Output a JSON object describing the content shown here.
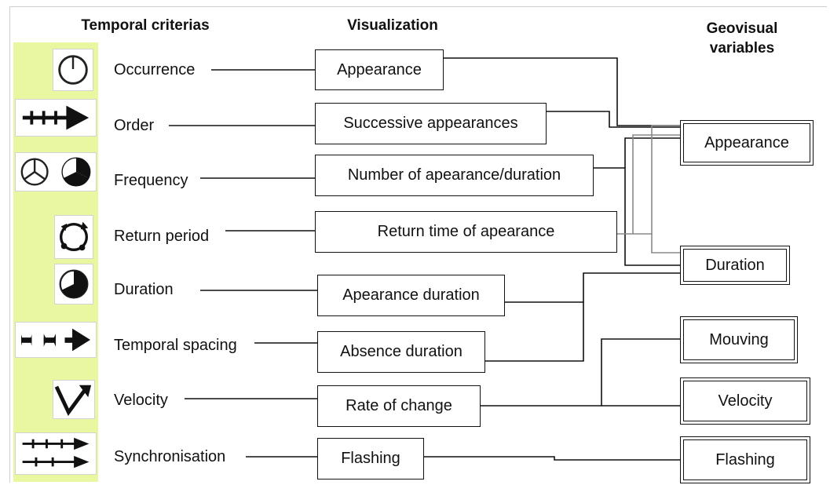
{
  "headers": {
    "temporal": "Temporal criterias",
    "visualization": "Visualization",
    "geovisual": "Geovisual variables"
  },
  "criteria": [
    {
      "label": "Occurrence"
    },
    {
      "label": "Order"
    },
    {
      "label": "Frequency"
    },
    {
      "label": "Return period"
    },
    {
      "label": "Duration"
    },
    {
      "label": "Temporal spacing"
    },
    {
      "label": "Velocity"
    },
    {
      "label": "Synchronisation"
    }
  ],
  "visualization": [
    {
      "label": "Appearance"
    },
    {
      "label": "Successive appearances"
    },
    {
      "label": "Number of apearance/duration"
    },
    {
      "label": "Return time of apearance"
    },
    {
      "label": "Apearance duration"
    },
    {
      "label": "Absence duration"
    },
    {
      "label": "Rate of change"
    },
    {
      "label": "Flashing"
    }
  ],
  "geovisual": [
    {
      "label": "Appearance"
    },
    {
      "label": "Duration"
    },
    {
      "label": "Mouving"
    },
    {
      "label": "Velocity"
    },
    {
      "label": "Flashing"
    }
  ],
  "colors": {
    "icon_column": "#e9f7a1",
    "connector": "#111111",
    "connector_gray": "#8a8a8a"
  },
  "icons": [
    "clock-ring-icon",
    "arrow-hatched-icon",
    "peace-circles-icon",
    "cycle-arrows-icon",
    "half-moon-icon",
    "spaced-arrow-icon",
    "check-arrow-icon",
    "sync-arrows-icon"
  ]
}
